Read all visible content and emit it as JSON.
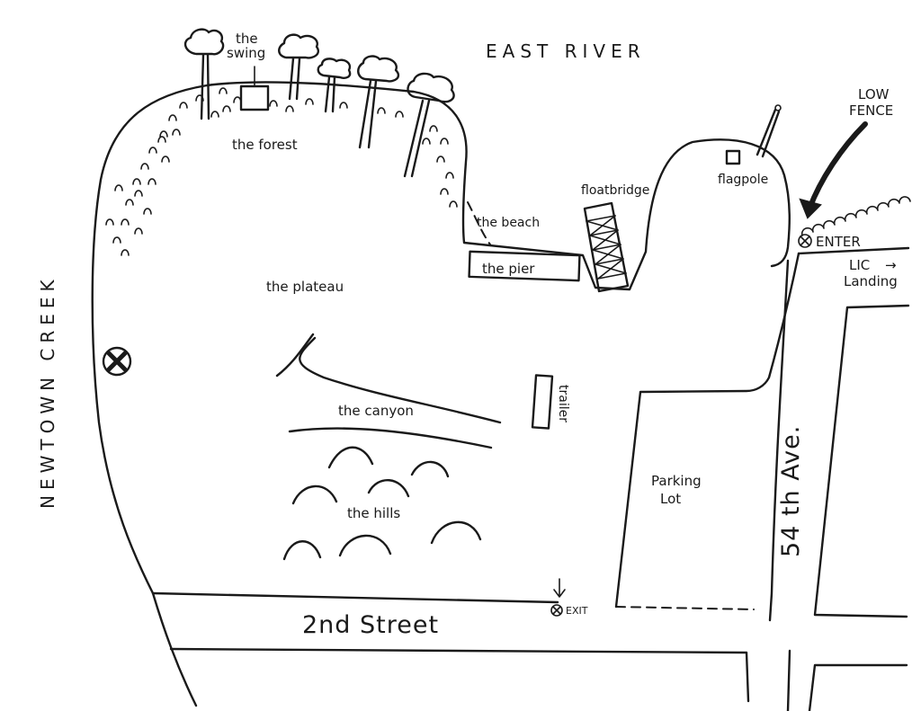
{
  "water": {
    "east_river": "EAST RIVER",
    "newtown_creek": "NEWTOWN CREEK"
  },
  "places": {
    "swing_line1": "the",
    "swing_line2": "swing",
    "forest": "the forest",
    "beach": "the beach",
    "pier": "the pier",
    "floatbridge": "floatbridge",
    "flagpole": "flagpole",
    "plateau": "the plateau",
    "canyon": "the canyon",
    "trailer": "trailer",
    "hills": "the hills",
    "parking_line1": "Parking",
    "parking_line2": "Lot"
  },
  "streets": {
    "second_street": "2nd Street",
    "avenue": "54 th Ave."
  },
  "markers": {
    "low_fence_line1": "LOW",
    "low_fence_line2": "FENCE",
    "enter": "ENTER",
    "exit": "EXIT",
    "lic_line1": "LIC",
    "lic_line2": "Landing",
    "lic_arrow": "→"
  }
}
